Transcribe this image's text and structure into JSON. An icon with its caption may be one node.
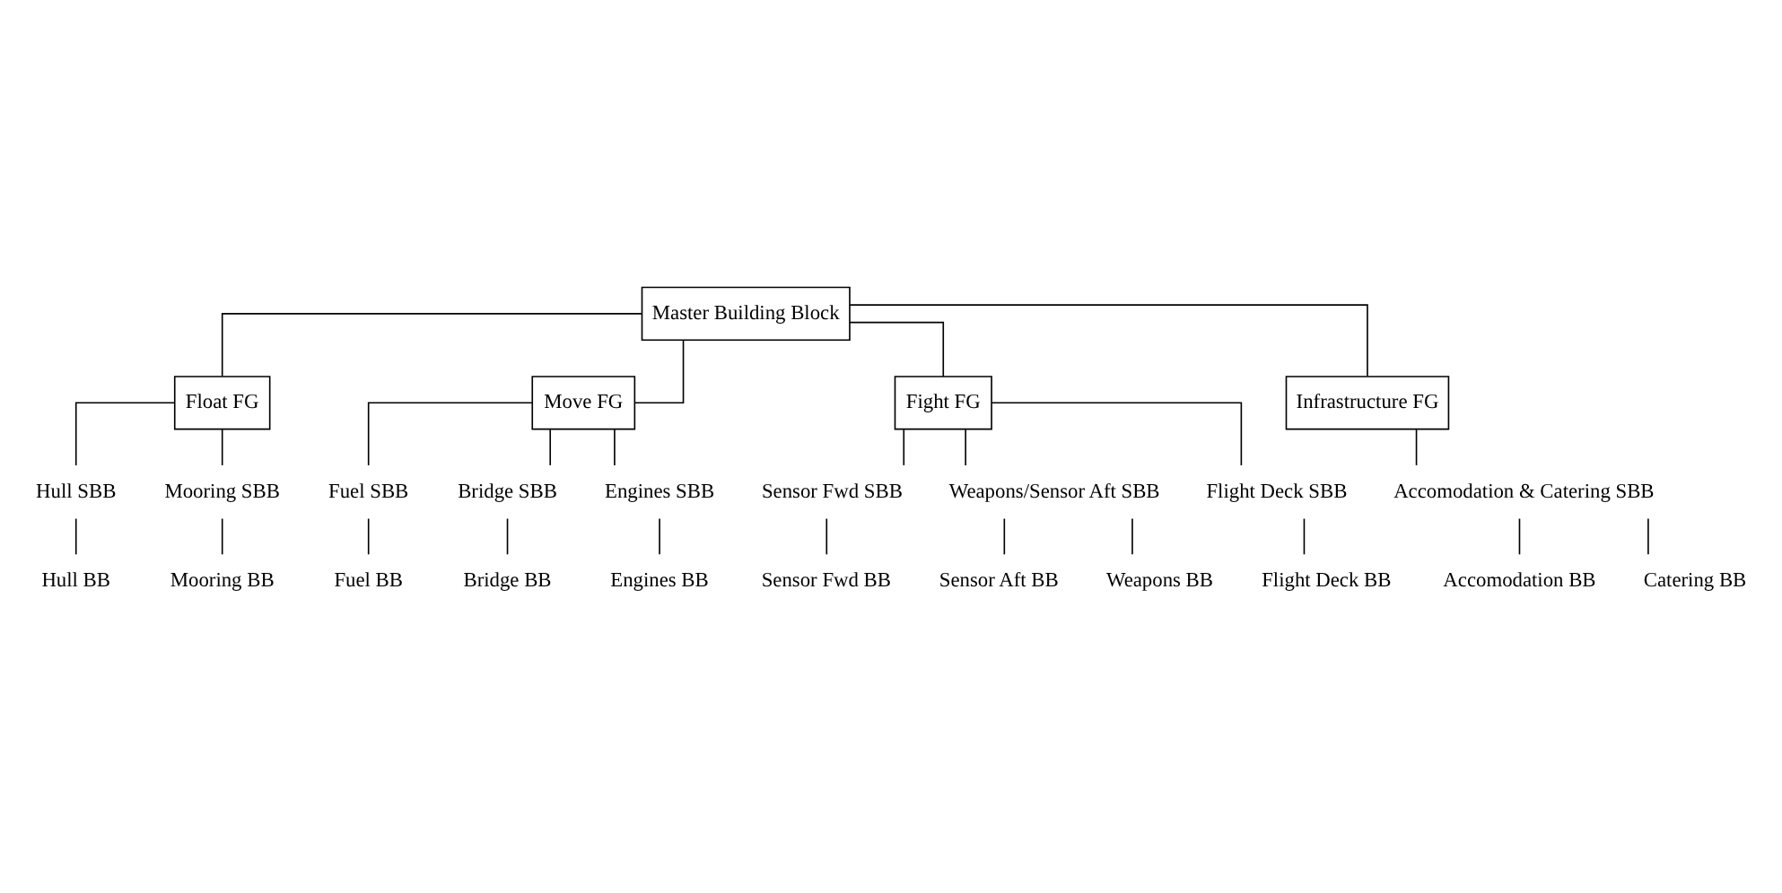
{
  "diagram": {
    "nodes": [
      {
        "text": [
          "Master Building Block"
        ]
      },
      {
        "text": [
          "Float FG"
        ]
      },
      {
        "text": [
          "Move FG"
        ]
      },
      {
        "text": [
          "Fight FG"
        ]
      },
      {
        "text": [
          "Infrastructure FG"
        ]
      },
      {
        "text": [
          "Hull SBB"
        ]
      },
      {
        "text": [
          "Hull BB"
        ]
      },
      {
        "text": [
          "Mooring SBB"
        ]
      },
      {
        "text": [
          "Mooring BB"
        ]
      },
      {
        "text": [
          "Fuel SBB"
        ]
      },
      {
        "text": [
          "Fuel BB"
        ]
      },
      {
        "text": [
          "Bridge SBB"
        ]
      },
      {
        "text": [
          "Bridge BB"
        ]
      },
      {
        "text": [
          "Engines SBB"
        ]
      },
      {
        "text": [
          "Engines BB"
        ]
      },
      {
        "text": [
          "Sensor Fwd SBB"
        ]
      },
      {
        "text": [
          "Sensor Fwd BB"
        ]
      },
      {
        "text": [
          "Weapons/Sensor Aft SBB"
        ]
      },
      {
        "text": [
          "Sensor Aft BB"
        ]
      },
      {
        "text": [
          "Weapons BB"
        ]
      },
      {
        "text": [
          "Flight Deck SBB"
        ]
      },
      {
        "text": [
          "Flight Deck BB"
        ]
      },
      {
        "text": [
          "Accomodation & Catering SBB"
        ]
      },
      {
        "text": [
          "Accomodation BB"
        ]
      },
      {
        "text": [
          "Catering BB"
        ]
      }
    ],
    "edges": [
      {
        "from": 0,
        "to": 1,
        "arrow": "none"
      },
      {
        "from": 0,
        "to": 2,
        "arrow": "none"
      },
      {
        "from": 0,
        "to": 3,
        "arrow": "none"
      },
      {
        "from": 0,
        "to": 4,
        "arrow": "none"
      },
      {
        "from": 1,
        "to": 5,
        "arrow": "none"
      },
      {
        "from": 5,
        "to": 6,
        "arrow": "none"
      },
      {
        "from": 1,
        "to": 7,
        "arrow": "none"
      },
      {
        "from": 7,
        "to": 8,
        "arrow": "none"
      },
      {
        "from": 2,
        "to": 9,
        "arrow": "none"
      },
      {
        "from": 9,
        "to": 10,
        "arrow": "none"
      },
      {
        "from": 2,
        "to": 11,
        "arrow": "none"
      },
      {
        "from": 11,
        "to": 12,
        "arrow": "none"
      },
      {
        "from": 2,
        "to": 13,
        "arrow": "none"
      },
      {
        "from": 13,
        "to": 14,
        "arrow": "none"
      },
      {
        "from": 3,
        "to": 15,
        "arrow": "none"
      },
      {
        "from": 15,
        "to": 16,
        "arrow": "none"
      },
      {
        "from": 3,
        "to": 17,
        "arrow": "none"
      },
      {
        "from": 17,
        "to": 18,
        "arrow": "none"
      },
      {
        "from": 17,
        "to": 19,
        "arrow": "none"
      },
      {
        "from": 3,
        "to": 20,
        "arrow": "none"
      },
      {
        "from": 20,
        "to": 21,
        "arrow": "none"
      },
      {
        "from": 4,
        "to": 22,
        "arrow": "none"
      },
      {
        "from": 22,
        "to": 23,
        "arrow": "none"
      },
      {
        "from": 22,
        "to": 24,
        "arrow": "none"
      }
    ]
  }
}
